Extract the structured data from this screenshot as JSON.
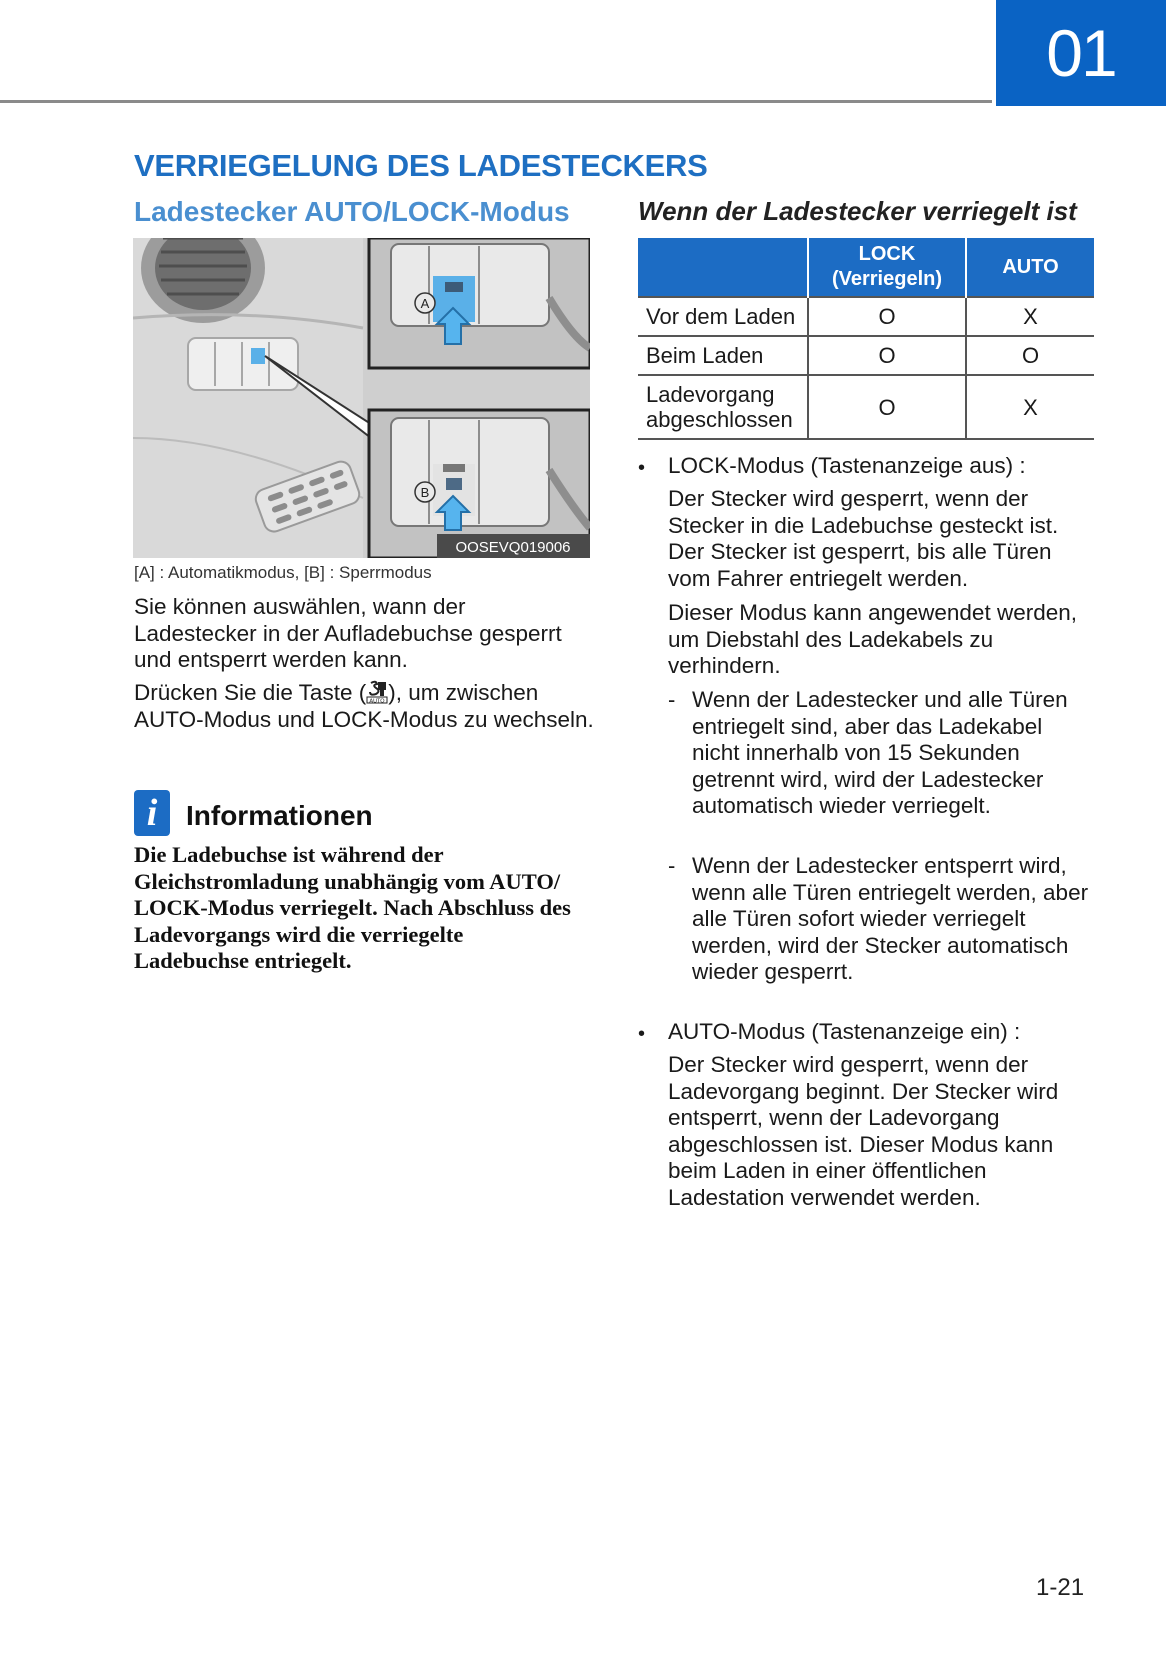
{
  "header": {
    "chapter_number": "01"
  },
  "title": "VERRIEGELUNG DES LADESTECKERS",
  "left": {
    "subtitle": "Ladestecker AUTO/LOCK-Modus",
    "figure": {
      "code": "OOSEVQ019006",
      "label_a": "A",
      "label_b": "B",
      "caption": "[A] : Automatikmodus, [B] : Sperrmodus"
    },
    "paragraph1": "Sie können auswählen, wann der Ladestecker in der Aufladebuchse gesperrt und entsperrt werden kann.",
    "paragraph2_before": "Drücken Sie die Taste (",
    "paragraph2_after": "), um zwischen AUTO-Modus und LOCK-Modus zu wechseln.",
    "info": {
      "icon_letter": "i",
      "title": "Informationen",
      "text": "Die Ladebuchse ist während der Gleichstromladung unabhängig vom AUTO/ LOCK-Modus verriegelt. Nach Abschluss des Ladevorgangs wird die verriegelte Ladebuchse entriegelt."
    }
  },
  "right": {
    "title": "Wenn der Ladestecker verriegelt ist",
    "table": {
      "headers": [
        "",
        "LOCK\n(Verriegeln)",
        "AUTO"
      ],
      "rows": [
        [
          "Vor dem Laden",
          "O",
          "X"
        ],
        [
          "Beim Laden",
          "O",
          "O"
        ],
        [
          "Ladevorgang abgeschlossen",
          "O",
          "X"
        ]
      ]
    },
    "bullets": [
      {
        "marker": "•",
        "head": "LOCK-Modus (Tastenanzeige aus) :",
        "body1": "Der Stecker wird gesperrt, wenn der Stecker in die Ladebuchse gesteckt ist. Der Stecker ist gesperrt, bis alle Türen vom Fahrer entriegelt werden.",
        "body2": "Dieser Modus kann angewendet werden, um Diebstahl des Ladekabels zu verhindern.",
        "subitems": [
          {
            "marker": "-",
            "text": "Wenn der Ladestecker und alle Türen entriegelt sind, aber das Ladekabel nicht innerhalb von 15 Sekunden getrennt wird, wird der Ladestecker automatisch wieder verriegelt."
          },
          {
            "marker": "-",
            "text": "Wenn der Ladestecker entsperrt wird, wenn alle Türen entriegelt werden, aber alle Türen sofort wieder verriegelt werden, wird der Stecker automatisch wieder gesperrt."
          }
        ]
      },
      {
        "marker": "•",
        "head": "AUTO-Modus (Tastenanzeige ein) :",
        "body1": "Der Stecker wird gesperrt, wenn der Ladevorgang beginnt. Der Stecker wird entsperrt, wenn der Ladevorgang abgeschlossen ist. Dieser Modus kann beim Laden in einer öffentlichen Ladestation verwendet werden."
      }
    ]
  },
  "footer": {
    "page_number": "1-21"
  },
  "colors": {
    "accent": "#1c6cc4",
    "subtitle": "#4a8fd0",
    "button_highlight": "#5ab0e8"
  }
}
